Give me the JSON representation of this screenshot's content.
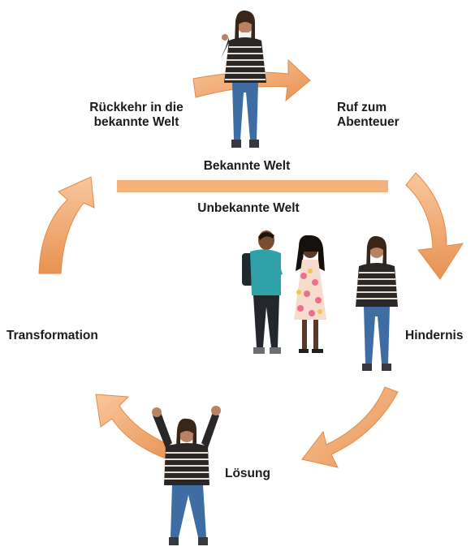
{
  "diagram": {
    "labels": {
      "known_world": "Bekannte Welt",
      "unknown_world": "Unbekannte Welt",
      "return_line1": "Rückkehr in die",
      "return_line2": "bekannte Welt",
      "call_line1": "Ruf zum",
      "call_line2": "Abenteuer",
      "transformation": "Transformation",
      "obstacle": "Hindernis",
      "solution": "Lösung"
    },
    "colors": {
      "arrow_fill": "#f3b27c",
      "arrow_shade": "#e08e4f",
      "divider": "#f4b27a",
      "text": "#1b1b1b"
    }
  }
}
